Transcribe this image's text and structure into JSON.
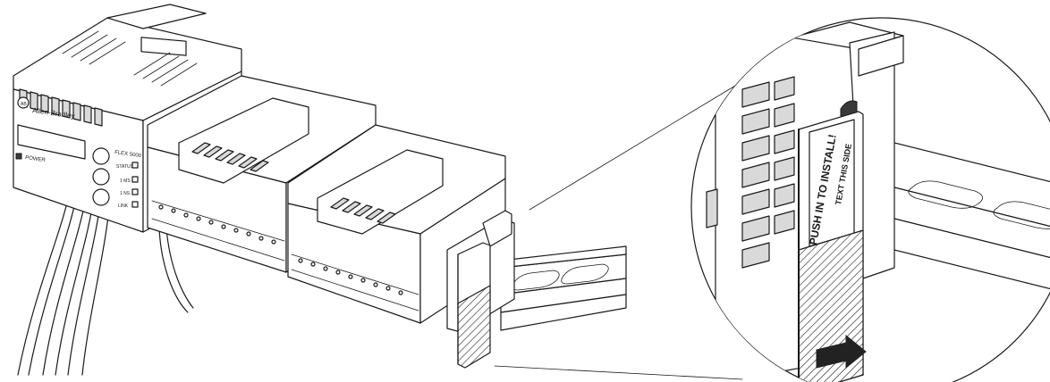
{
  "brand": {
    "name": "Allen-Bradley",
    "monogram": "AB"
  },
  "adapter": {
    "model_label": "FLEX 5000",
    "power_label": "POWER",
    "status_labels": [
      "STATUS",
      "1 MS",
      "1 NS",
      "LINK"
    ]
  },
  "label_card": {
    "instruction": "PUSH IN TO INSTALL!",
    "side_text": "TEXT THIS SIDE"
  },
  "colors": {
    "line": "#1a1a1a",
    "shade": "#d9d9d9",
    "arrow": "#222222"
  },
  "icons": [
    "push-arrow-icon"
  ]
}
